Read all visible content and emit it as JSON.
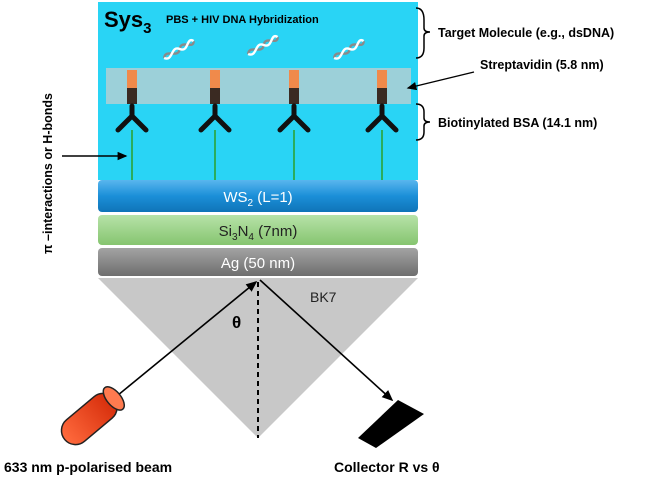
{
  "system": {
    "name": "Sys",
    "subscript": "3",
    "condition": "PBS + HIV DNA Hybridization"
  },
  "annotations": {
    "target_molecule": "Target Molecule (e.g., dsDNA)",
    "streptavidin": "Streptavidin (5.8 nm)",
    "biotinylated_bsa": "Biotinylated BSA (14.1 nm)",
    "bonds": "π –interactions or H-bonds"
  },
  "layers": [
    {
      "base": "WS",
      "sub": "2",
      "rest": " (L=1)",
      "color": "#1b8fd8"
    },
    {
      "base": "Si",
      "sub": "3",
      "mid": "N",
      "sub2": "4",
      "rest": " (7nm)",
      "color": "#8fce7c"
    },
    {
      "base": "Ag (50 nm)",
      "color": "#7a7a7a"
    }
  ],
  "prism": {
    "label": "BK7",
    "angle_symbol": "θ",
    "color": "#c8c8c8"
  },
  "source": {
    "label": "633 nm p-polarised beam",
    "color": "#e8360f"
  },
  "collector": {
    "label": "Collector R vs θ"
  },
  "colors": {
    "medium": "#29d4f5",
    "streptavidin_band": "#a9cfd6",
    "linker": "#2aa02a",
    "bsa": "#111111",
    "biotin_top": "#f08a4b",
    "biotin_bottom": "#3a2a22"
  }
}
